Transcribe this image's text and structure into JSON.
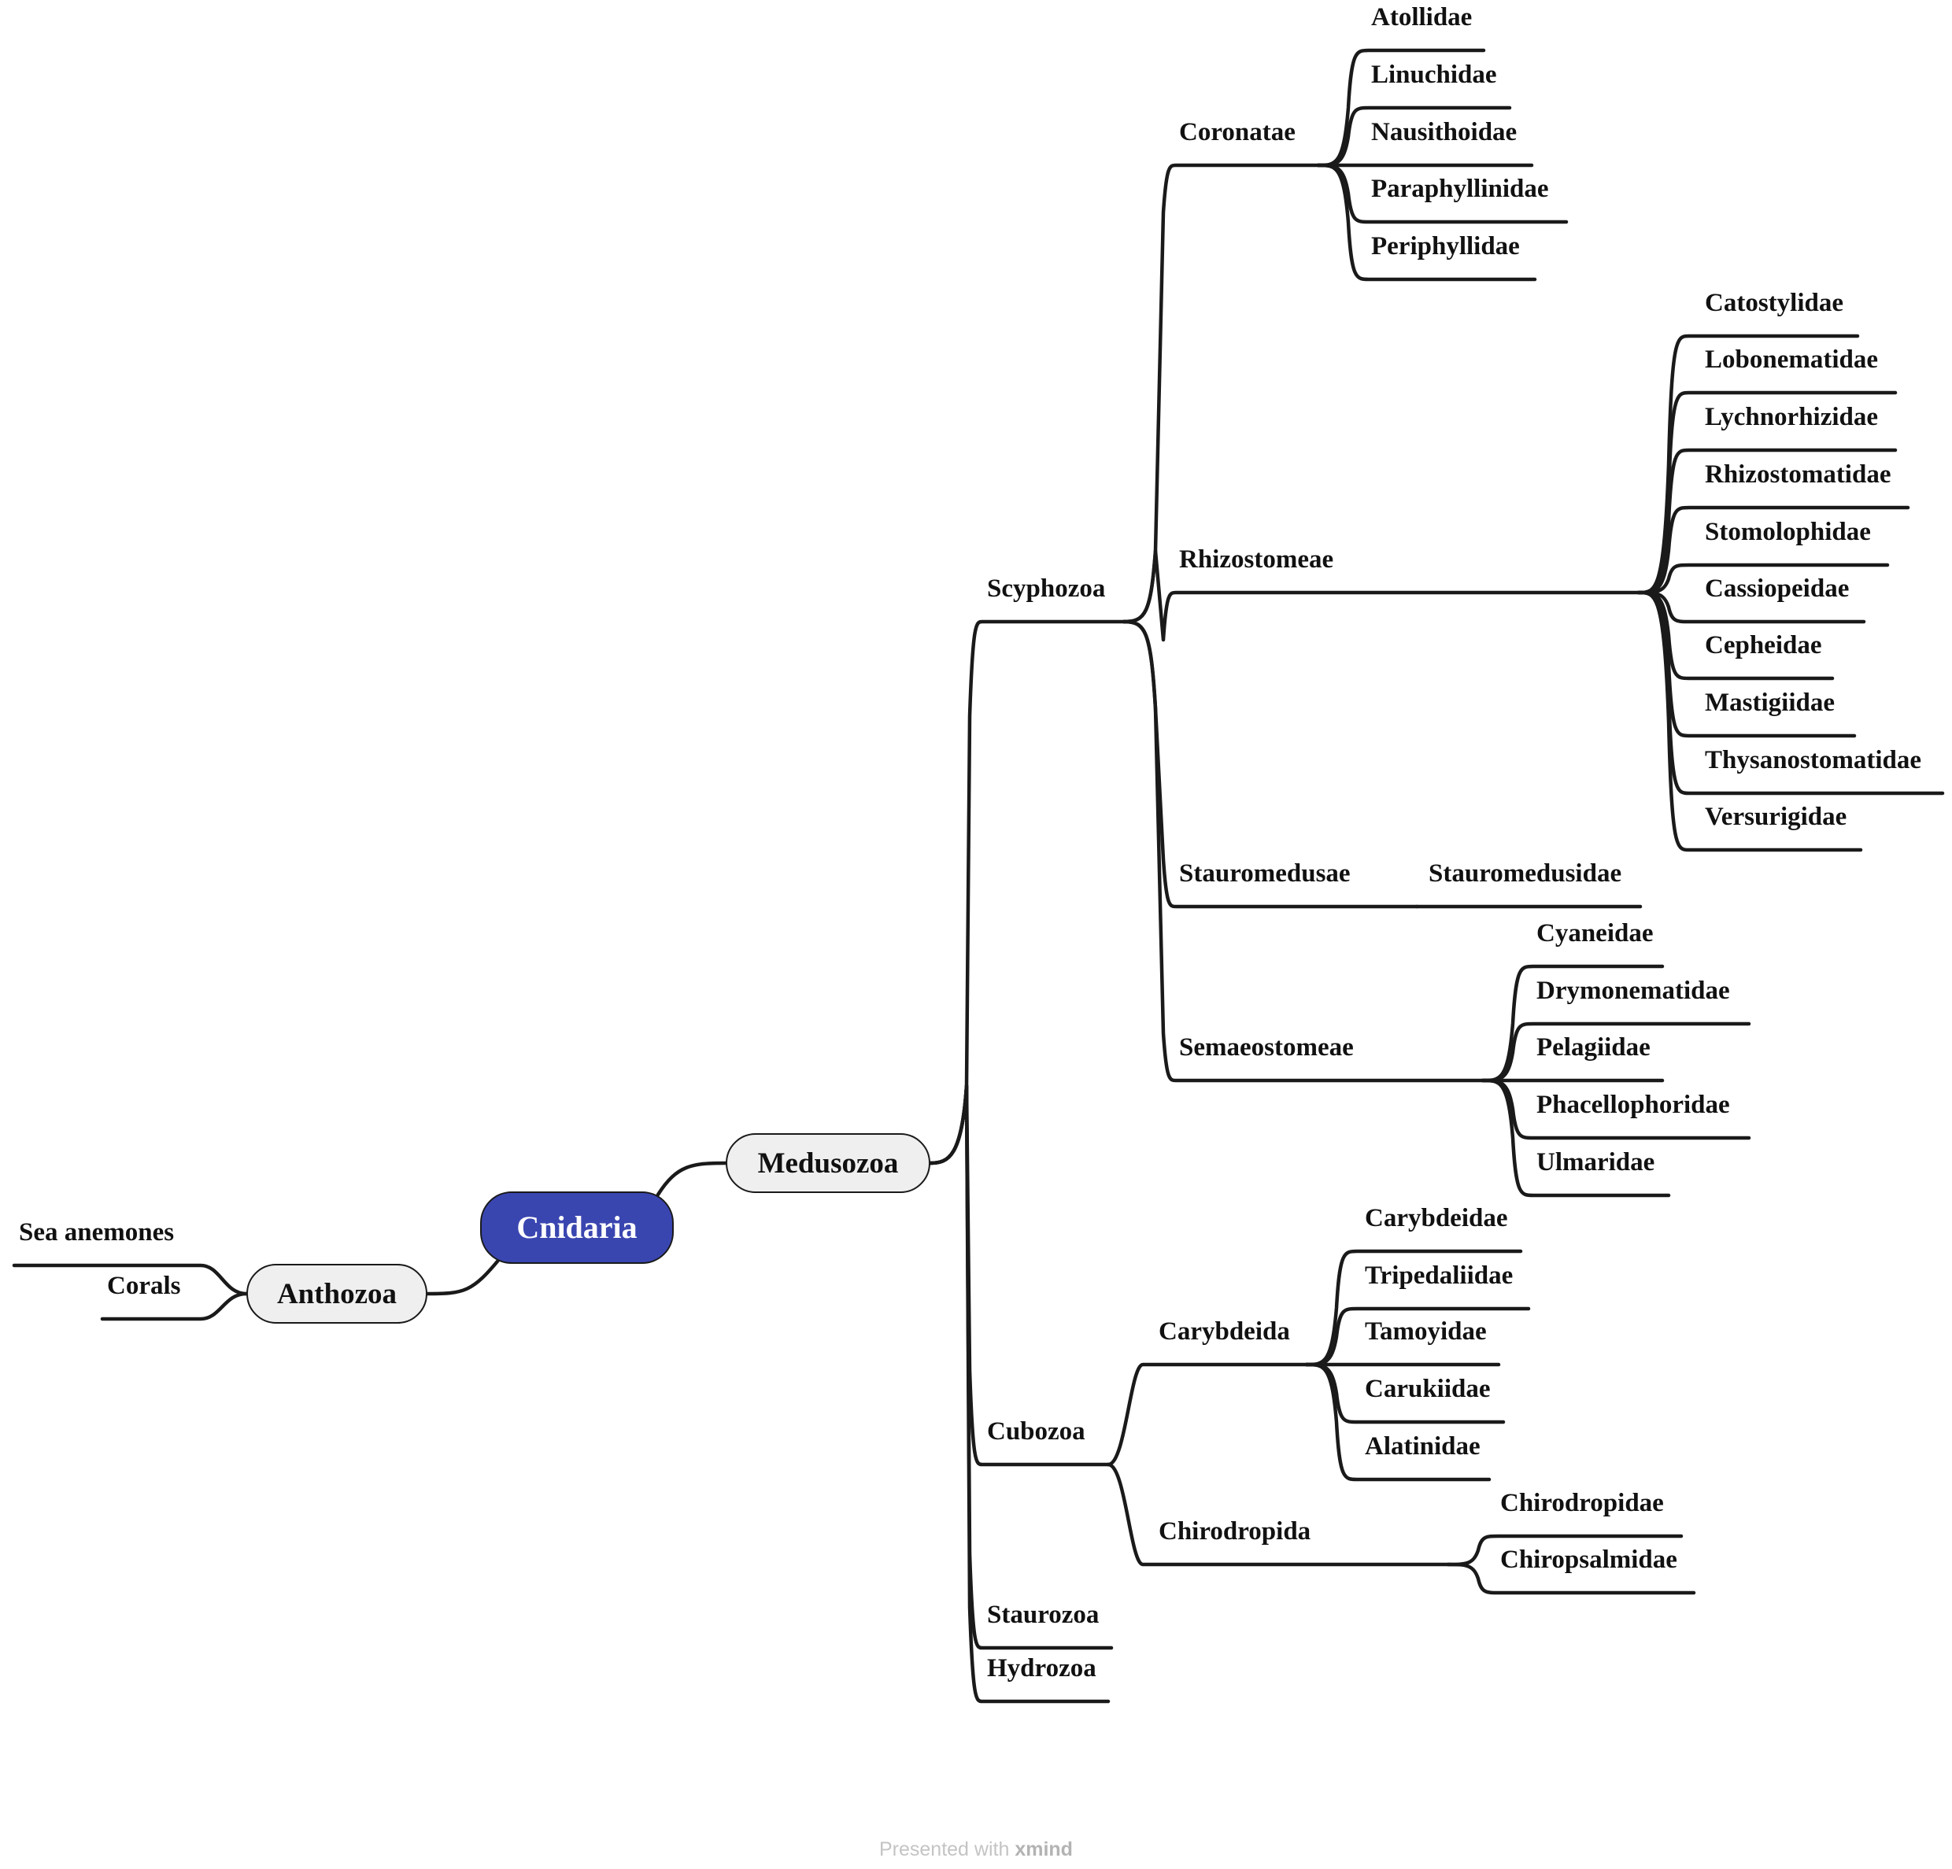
{
  "diagram": {
    "root": "Cnidaria",
    "subclasses": {
      "medusozoa": "Medusozoa",
      "anthozoa": "Anthozoa"
    },
    "anthozoa_children": [
      "Sea anemones",
      "Corals"
    ],
    "classes": [
      "Scyphozoa",
      "Cubozoa",
      "Staurozoa",
      "Hydrozoa"
    ],
    "scyphozoa_orders": [
      "Coronatae",
      "Rhizostomeae",
      "Stauromedusae",
      "Semaeostomeae"
    ],
    "coronatae_families": [
      "Atollidae",
      "Linuchidae",
      "Nausithoidae",
      "Paraphyllinidae",
      "Periphyllidae"
    ],
    "rhizostomeae_families": [
      "Catostylidae",
      "Lobonematidae",
      "Lychnorhizidae",
      "Rhizostomatidae",
      "Stomolophidae",
      "Cassiopeidae",
      "Cepheidae",
      "Mastigiidae",
      "Thysanostomatidae",
      "Versurigidae"
    ],
    "stauromedusae_families": [
      "Stauromedusidae"
    ],
    "semaeostomeae_families": [
      "Cyaneidae",
      "Drymonematidae",
      "Pelagiidae",
      "Phacellophoridae",
      "Ulmaridae"
    ],
    "cubozoa_orders": [
      "Carybdeida",
      "Chirodropida"
    ],
    "carybdeida_families": [
      "Carybdeidae",
      "Tripedaliidae",
      "Tamoyidae",
      "Carukiidae",
      "Alatinidae"
    ],
    "chirodropida_families": [
      "Chirodropidae",
      "Chiropsalmidae"
    ]
  },
  "footer": {
    "prefix": "Presented with",
    "brand": "xmind"
  },
  "colors": {
    "root_fill": "#3a46b0",
    "pill_fill": "#efefef",
    "line": "#1a1a1a"
  }
}
